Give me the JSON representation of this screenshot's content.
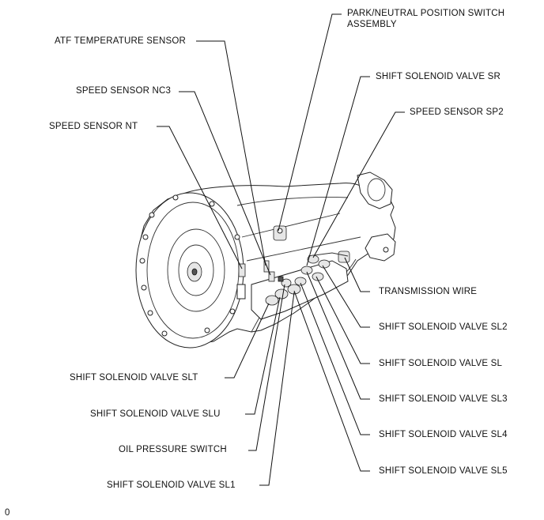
{
  "labels": {
    "park_neutral": "PARK/NEUTRAL POSITION SWITCH",
    "park_neutral_2": "ASSEMBLY",
    "atf_temp": "ATF TEMPERATURE SENSOR",
    "shift_sr": "SHIFT SOLENOID VALVE SR",
    "speed_nc3": "SPEED SENSOR NC3",
    "speed_sp2": "SPEED SENSOR SP2",
    "speed_nt": "SPEED SENSOR NT",
    "transmission_wire": "TRANSMISSION WIRE",
    "shift_sl2": "SHIFT SOLENOID VALVE SL2",
    "shift_sl": "SHIFT SOLENOID VALVE SL",
    "shift_slt": "SHIFT SOLENOID VALVE SLT",
    "shift_sl3": "SHIFT SOLENOID VALVE SL3",
    "shift_slu": "SHIFT SOLENOID VALVE SLU",
    "shift_sl4": "SHIFT SOLENOID VALVE SL4",
    "oil_pressure": "OIL PRESSURE SWITCH",
    "shift_sl5": "SHIFT SOLENOID VALVE SL5",
    "shift_sl1": "SHIFT SOLENOID VALVE SL1"
  },
  "corner_mark": "0"
}
